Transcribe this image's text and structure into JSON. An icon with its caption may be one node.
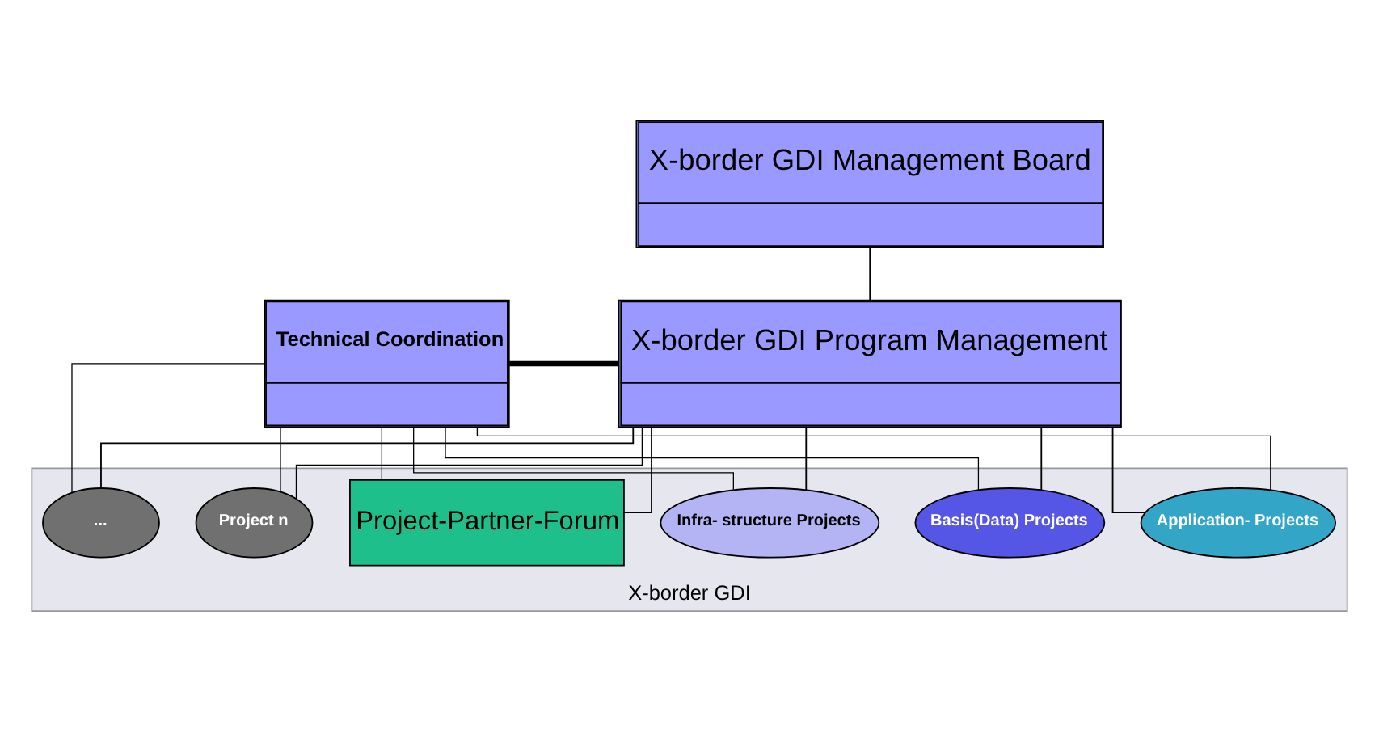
{
  "diagram": {
    "nodes": [
      {
        "text": [
          "X-border GDI Management Board"
        ]
      },
      {
        "text": [
          "Technical Coordination"
        ]
      },
      {
        "text": [
          "X-border GDI Program Management"
        ]
      },
      {
        "text": [
          "X-border GDI"
        ]
      },
      {
        "text": [
          "Project-Partner-Forum"
        ],
        "in": 3
      },
      {
        "text": [
          "Infra- structure Projects"
        ],
        "in": 3
      },
      {
        "text": [
          "Basis(Data) Projects"
        ],
        "in": 3
      },
      {
        "text": [
          "Application- Projects"
        ],
        "in": 3
      },
      {
        "text": [
          "..."
        ],
        "in": 3
      },
      {
        "text": [
          "Project n"
        ],
        "in": 3
      }
    ],
    "edges": [
      {
        "from": 0,
        "to": 2,
        "arrow": "none"
      },
      {
        "from": 1,
        "to": 2,
        "arrow": "none",
        "style": "thick"
      },
      {
        "from": 2,
        "to": 4,
        "arrow": "none"
      },
      {
        "from": 2,
        "to": 5,
        "arrow": "none"
      },
      {
        "from": 2,
        "to": 6,
        "arrow": "none"
      },
      {
        "from": 2,
        "to": 7,
        "arrow": "none"
      },
      {
        "from": 2,
        "to": 8,
        "arrow": "none"
      },
      {
        "from": 2,
        "to": 9,
        "arrow": "none"
      },
      {
        "from": 1,
        "to": 4,
        "arrow": "none"
      },
      {
        "from": 1,
        "to": 5,
        "arrow": "none"
      },
      {
        "from": 1,
        "to": 6,
        "arrow": "none"
      },
      {
        "from": 1,
        "to": 7,
        "arrow": "none"
      },
      {
        "from": 1,
        "to": 8,
        "arrow": "none"
      },
      {
        "from": 1,
        "to": 9,
        "arrow": "none"
      }
    ]
  }
}
